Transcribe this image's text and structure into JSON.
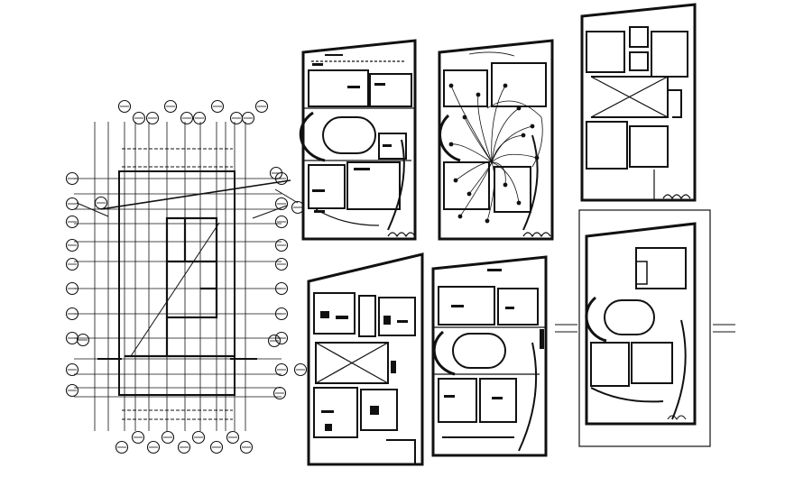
{
  "drawing": {
    "line_color": "#111111",
    "background": "#ffffff",
    "annotations_legible": false
  },
  "panels": [
    {
      "id": "structural-grid-plan",
      "icon": "column-grid-plan"
    },
    {
      "id": "floor-plan-a",
      "icon": "floor-plan-with-oval-stair"
    },
    {
      "id": "electrical-plan",
      "icon": "floor-plan-with-wiring"
    },
    {
      "id": "upper-floor-plan",
      "icon": "floor-plan-terrace"
    },
    {
      "id": "floor-plan-b",
      "icon": "floor-plan-furnished"
    },
    {
      "id": "floor-plan-c",
      "icon": "floor-plan-with-oval-stair"
    },
    {
      "id": "framed-floor-plan",
      "icon": "floor-plan-with-oval-stair"
    }
  ]
}
